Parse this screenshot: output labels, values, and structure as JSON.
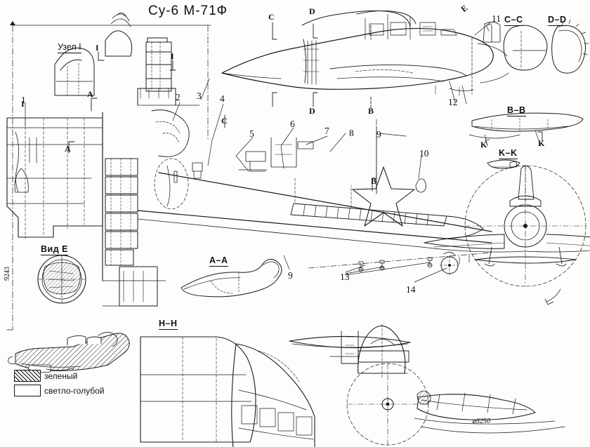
{
  "drawing": {
    "title": "Су-6  М-71Ф",
    "sheet_dimension_left": "9243",
    "prop_diameter": "⌀3250"
  },
  "view_labels": {
    "node_1": "Узел I",
    "view_e": "Вид Е",
    "section_aa": "A–A",
    "section_bb": "B–B",
    "section_cc": "C–C",
    "section_dd": "D–D",
    "section_kk": "K–K",
    "section_hh": "H–H"
  },
  "section_markers": [
    {
      "id": "marker-a-upper",
      "text": "A"
    },
    {
      "id": "marker-a-lower",
      "text": "A"
    },
    {
      "id": "marker-c-top",
      "text": "C"
    },
    {
      "id": "marker-c-mid",
      "text": "C"
    },
    {
      "id": "marker-d-top",
      "text": "D"
    },
    {
      "id": "marker-d-mid",
      "text": "D"
    },
    {
      "id": "marker-b-top",
      "text": "B"
    },
    {
      "id": "marker-b-mid",
      "text": "B"
    },
    {
      "id": "marker-b-wing",
      "text": "B"
    },
    {
      "id": "marker-k-right",
      "text": "K"
    },
    {
      "id": "marker-k-left",
      "text": "K"
    },
    {
      "id": "marker-e-arrow",
      "text": "Е"
    },
    {
      "id": "marker-i-node",
      "text": "I"
    },
    {
      "id": "marker-i-left",
      "text": "I"
    }
  ],
  "callouts": [
    {
      "n": "1"
    },
    {
      "n": "2"
    },
    {
      "n": "3"
    },
    {
      "n": "4"
    },
    {
      "n": "5"
    },
    {
      "n": "6"
    },
    {
      "n": "7"
    },
    {
      "n": "8"
    },
    {
      "n": "9"
    },
    {
      "n": "9"
    },
    {
      "n": "10"
    },
    {
      "n": "11"
    },
    {
      "n": "12"
    },
    {
      "n": "13"
    },
    {
      "n": "14"
    }
  ],
  "legend": {
    "items": [
      {
        "label": "зеленый",
        "fill": "hatched",
        "color": "#2f6b34"
      },
      {
        "label": "светло-голубой",
        "fill": "empty",
        "color": "#bcd8ea"
      }
    ]
  },
  "ink": {
    "line": "#1a1a1a",
    "thin": "#4a4a4a",
    "paper": "#fdfdfb"
  }
}
